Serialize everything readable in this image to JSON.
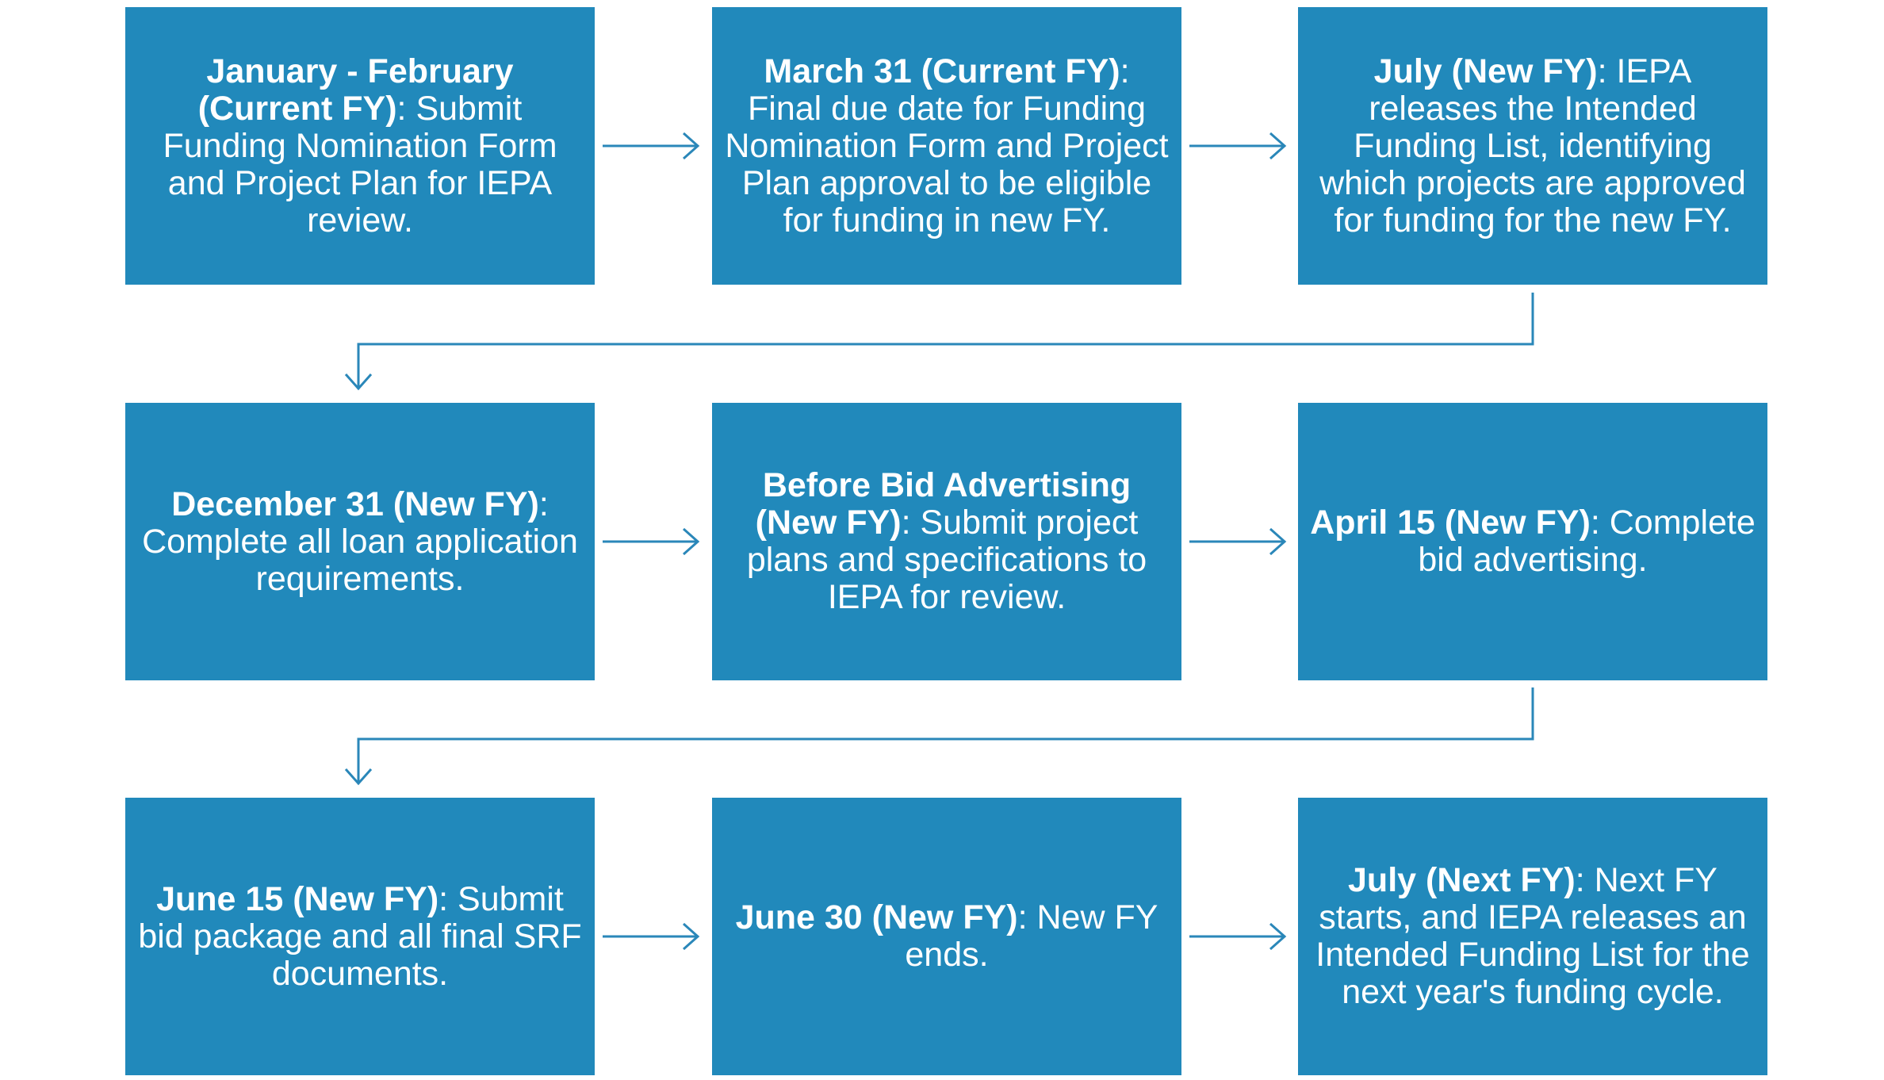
{
  "colors": {
    "box_fill": "#2189bb",
    "box_text": "#ffffff",
    "connector": "#2a87b9",
    "background": "#ffffff"
  },
  "steps": [
    {
      "date": "January - February (Current FY)",
      "sep": ":",
      "text": " Submit Funding Nomination Form and Project Plan for IEPA review."
    },
    {
      "date": "March 31 (Current FY)",
      "sep": ":",
      "text": " Final due date for Funding Nomination Form and Project Plan approval to be eligible for funding in new FY."
    },
    {
      "date": "July (New FY)",
      "sep": ":",
      "text": " IEPA releases the Intended Funding List, identifying which projects are approved for funding for the new FY."
    },
    {
      "date": "December 31 (New FY)",
      "sep": ":",
      "text": " Complete all loan application requirements."
    },
    {
      "date": "Before Bid Advertising (New FY)",
      "sep": ":",
      "text": " Submit project plans and specifications to IEPA for review."
    },
    {
      "date": "April 15 (New FY)",
      "sep": ":",
      "text": " Complete bid advertising."
    },
    {
      "date": "June 15 (New FY)",
      "sep": ":",
      "text": " Submit bid package and all final SRF documents."
    },
    {
      "date": "June 30 (New FY)",
      "sep": ":",
      "text": " New FY ends."
    },
    {
      "date": "July (Next FY)",
      "sep": ":",
      "text": " Next FY starts, and IEPA releases an Intended Funding List for the next year's funding cycle."
    }
  ]
}
